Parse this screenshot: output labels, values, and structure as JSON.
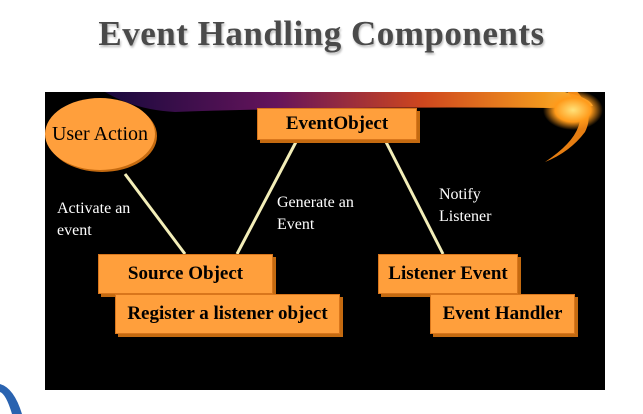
{
  "title": "Event Handling Components",
  "nodes": {
    "user_action": "User Action",
    "event_object": "EventObject",
    "source_object": "Source Object",
    "register_listener": "Register a listener object",
    "listener_event": "Listener Event",
    "event_handler": "Event Handler"
  },
  "edges": {
    "activate_line1": "Activate an",
    "activate_line2": "event",
    "generate_line1": "Generate an",
    "generate_line2": "Event",
    "notify_line1": "Notify",
    "notify_line2": "Listener"
  },
  "colors": {
    "node_fill": "#ff9f3c",
    "panel_bg": "#000000",
    "connector": "#f3eeb8",
    "swoosh": "#2a63b0"
  }
}
